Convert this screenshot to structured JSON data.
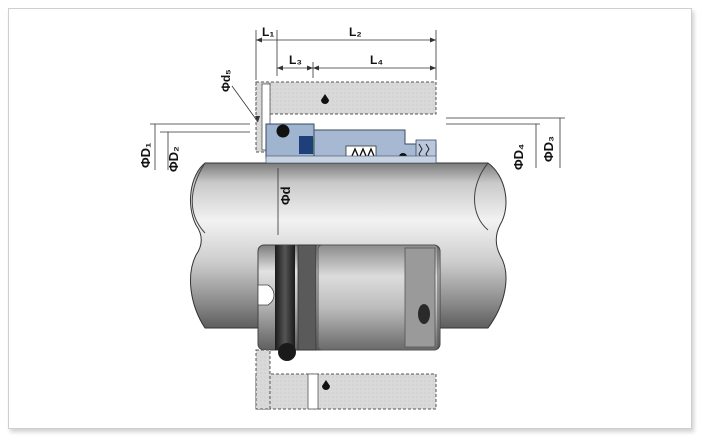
{
  "diagram": {
    "labels": {
      "L1": "L₁",
      "L2": "L₂",
      "L3": "L₃",
      "L4": "L₄",
      "d5": "Φd₅",
      "D1": "ΦD₁",
      "D2": "ΦD₂",
      "D4": "ΦD₄",
      "D3": "ΦD₃",
      "d": "Φd"
    },
    "colors": {
      "shaft_light": "#e9e9e9",
      "shaft_dark": "#6d6d6d",
      "gland_blue": "#9fb4cf",
      "seal_green": "#4bbf3a",
      "seal_navy": "#1f3f7a",
      "housing_fill": "#d7d7d7"
    }
  }
}
